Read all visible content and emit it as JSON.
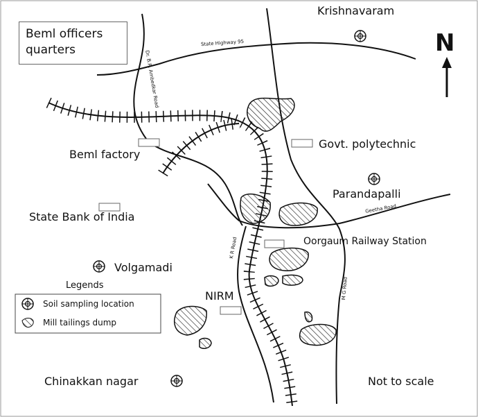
{
  "title_box": {
    "line1": "Beml officers",
    "line2": "quarters"
  },
  "places": {
    "krishnavaram": "Krishnavaram",
    "beml_factory": "Beml factory",
    "govt_polytechnic": "Govt. polytechnic",
    "parandapalli": "Parandapalli",
    "state_bank": "State Bank of India",
    "oorgaum": "Oorgaum Railway Station",
    "volgamadi": "Volgamadi",
    "nirm": "NIRM",
    "chinakkan": "Chinakkan nagar"
  },
  "roads": {
    "highway": "State Highway 95",
    "ambedkar": "Dr. B.R. Ambedkar Road",
    "geetha": "Geetha Road",
    "kr": "K R Road",
    "mg": "M G Road"
  },
  "north": "N",
  "legend": {
    "title": "Legends",
    "items": [
      {
        "icon": "soil-sampling-icon",
        "label": "Soil sampling location"
      },
      {
        "icon": "mill-tailings-icon",
        "label": "Mill tailings dump"
      }
    ]
  },
  "scale_note": "Not to scale"
}
